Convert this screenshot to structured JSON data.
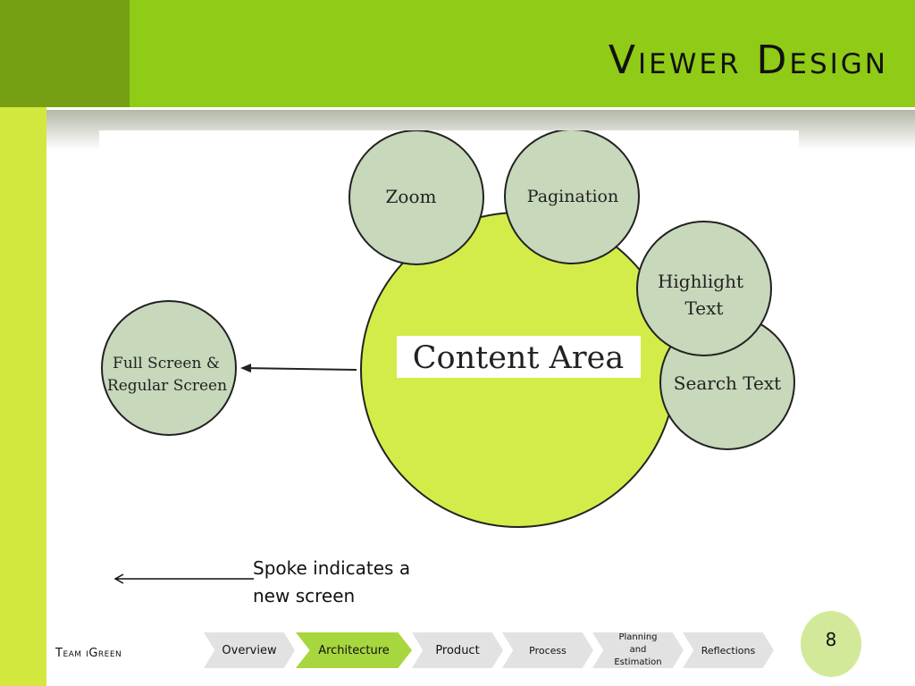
{
  "slide": {
    "title": "Viewer Design",
    "page_number": "8",
    "team": "Team iGreen"
  },
  "diagram": {
    "center": "Content Area",
    "nodes": {
      "zoom": "Zoom",
      "pagination": "Pagination",
      "highlight": [
        "Highlight",
        "Text"
      ],
      "search": "Search Text",
      "fullscreen": [
        "Full Screen &",
        "Regular Screen"
      ]
    }
  },
  "legend_note": [
    "Spoke indicates a",
    "new screen"
  ],
  "nav": {
    "overview": "Overview",
    "architecture": "Architecture",
    "product": "Product",
    "process": "Process",
    "planning": [
      "Planning",
      "and",
      "Estimation"
    ],
    "reflections": "Reflections"
  },
  "colors": {
    "header_green": "#8fcb17",
    "corner_green": "#76a013",
    "side_lime": "#d3e83e",
    "center_fill": "#d3ec4a",
    "node_fill": "#c7d8bb",
    "active_tab": "#a8d63e",
    "inactive_tab": "#e2e2e2"
  }
}
